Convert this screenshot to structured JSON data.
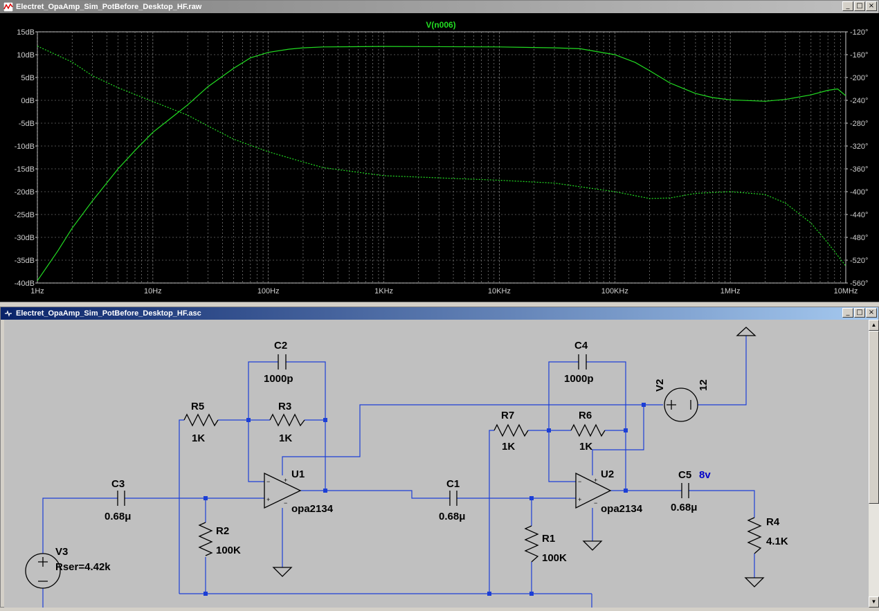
{
  "plot_window": {
    "title": "Electret_OpaAmp_Sim_PotBefore_Desktop_HF.raw",
    "buttons": [
      "_",
      "□",
      "×"
    ]
  },
  "schematic_window": {
    "title": "Electret_OpaAmp_Sim_PotBefore_Desktop_HF.asc",
    "buttons": [
      "_",
      "□",
      "×"
    ]
  },
  "colors": {
    "plot_bg": "#000000",
    "trace": "#22dd22",
    "grid": "#a0a0a0",
    "wire": "#1c3fd6",
    "component_text": "#000000",
    "net_label": "#0000c8"
  },
  "chart_data": {
    "type": "line",
    "title": "V(n006)",
    "x_scale": "log",
    "x_range_hz": [
      1,
      10000000
    ],
    "x_tick_labels": [
      "1Hz",
      "10Hz",
      "100Hz",
      "1KHz",
      "10KHz",
      "100KHz",
      "1MHz",
      "10MHz"
    ],
    "y_left_range_db": [
      -40,
      15
    ],
    "y_left_tick_labels": [
      "15dB",
      "10dB",
      "5dB",
      "0dB",
      "-5dB",
      "-10dB",
      "-15dB",
      "-20dB",
      "-25dB",
      "-30dB",
      "-35dB",
      "-40dB"
    ],
    "y_right_range_deg": [
      -560,
      -120
    ],
    "y_right_tick_labels": [
      "-120°",
      "-160°",
      "-200°",
      "-240°",
      "-280°",
      "-320°",
      "-360°",
      "-400°",
      "-440°",
      "-480°",
      "-520°",
      "-560°"
    ],
    "grid": true,
    "series": [
      {
        "name": "V(n006)",
        "style": "solid",
        "axis": "left",
        "x": [
          1,
          1.5,
          2,
          3,
          5,
          7,
          10,
          15,
          20,
          30,
          50,
          70,
          100,
          150,
          200,
          300,
          1000,
          10000,
          30000,
          50000,
          100000,
          150000,
          200000,
          300000,
          500000,
          700000,
          1000000,
          2000000,
          3000000,
          5000000,
          7000000,
          8500000,
          10000000
        ],
        "values": [
          -39.5,
          -33,
          -28,
          -22,
          -15,
          -11,
          -7,
          -3.5,
          -1,
          3,
          7,
          9.3,
          10.5,
          11.2,
          11.5,
          11.7,
          11.8,
          11.7,
          11.5,
          11.3,
          10,
          8.3,
          6.5,
          3.8,
          1.5,
          0.6,
          0.1,
          -0.2,
          0.2,
          1.2,
          2.2,
          2.5,
          1
        ]
      },
      {
        "name": "V(n006)",
        "style": "dashed",
        "axis": "right",
        "x": [
          1,
          2,
          3,
          5,
          10,
          20,
          30,
          50,
          100,
          200,
          300,
          1000,
          10000,
          30000,
          100000,
          200000,
          300000,
          500000,
          1000000,
          2000000,
          3000000,
          5000000,
          7000000,
          10000000
        ],
        "values": [
          -145,
          -173,
          -197,
          -218,
          -242,
          -266,
          -285,
          -308,
          -330,
          -348,
          -358,
          -372,
          -380,
          -385,
          -400,
          -412,
          -411,
          -403,
          -400,
          -405,
          -420,
          -455,
          -490,
          -530
        ]
      }
    ]
  },
  "schematic": {
    "components": {
      "C2": {
        "name": "C2",
        "value": "1000p"
      },
      "C4": {
        "name": "C4",
        "value": "1000p"
      },
      "R5": {
        "name": "R5",
        "value": "1K"
      },
      "R3": {
        "name": "R3",
        "value": "1K"
      },
      "R7": {
        "name": "R7",
        "value": "1K"
      },
      "R6": {
        "name": "R6",
        "value": "1K"
      },
      "U1": {
        "name": "U1",
        "value": "opa2134"
      },
      "U2": {
        "name": "U2",
        "value": "opa2134"
      },
      "C3": {
        "name": "C3",
        "value": "0.68μ"
      },
      "C1": {
        "name": "C1",
        "value": "0.68μ"
      },
      "C5": {
        "name": "C5",
        "value": "0.68μ"
      },
      "R2": {
        "name": "R2",
        "value": "100K"
      },
      "R1": {
        "name": "R1",
        "value": "100K"
      },
      "R4": {
        "name": "R4",
        "value": "4.1K"
      },
      "V3": {
        "name": "V3",
        "value": "Rser=4.42k"
      },
      "V2": {
        "name": "V2",
        "value": "12"
      }
    },
    "net_label": "8v"
  }
}
